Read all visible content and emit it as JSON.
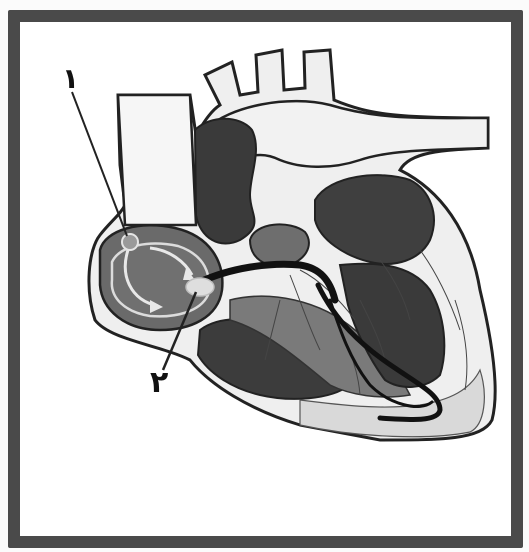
{
  "diagram": {
    "labels": [
      {
        "id": "label-1",
        "text": "١"
      },
      {
        "id": "label-2",
        "text": "٢"
      }
    ],
    "colors": {
      "border": "#4a4a4a",
      "chamber_dark": "#3c3c3c",
      "chamber_mid": "#6e6e6e",
      "wall_light": "#d6d6d6",
      "conduction_path": "#111111",
      "line": "#222222"
    },
    "icons": [
      "heart-cross-section",
      "sinoatrial-node",
      "atrioventricular-node",
      "bundle-branches"
    ]
  }
}
